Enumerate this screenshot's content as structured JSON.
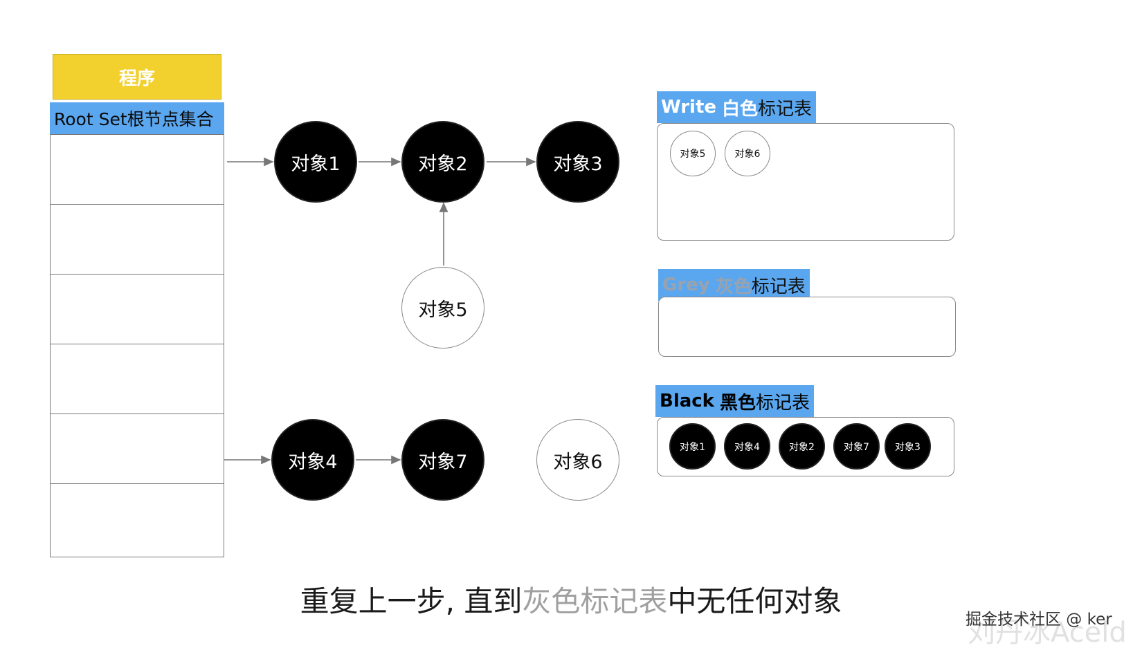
{
  "program": {
    "label": "程序",
    "color": "#f2d02e"
  },
  "root_set": {
    "label": "Root Set根节点集合",
    "color": "#5aa7f0",
    "slots": 6
  },
  "graph": {
    "nodes": {
      "n1": "对象1",
      "n2": "对象2",
      "n3": "对象3",
      "n4": "对象4",
      "n5": "对象5",
      "n6": "对象6",
      "n7": "对象7"
    },
    "colors": {
      "n1": "black",
      "n2": "black",
      "n3": "black",
      "n4": "black",
      "n5": "white",
      "n6": "white",
      "n7": "black"
    },
    "edges": [
      [
        "root",
        "n1"
      ],
      [
        "n1",
        "n2"
      ],
      [
        "n2",
        "n3"
      ],
      [
        "n5",
        "n2"
      ],
      [
        "root",
        "n4"
      ],
      [
        "n4",
        "n7"
      ]
    ]
  },
  "tables": {
    "white": {
      "en": "Write",
      "cn": "白色",
      "rest": "标记表",
      "items": [
        "对象5",
        "对象6"
      ]
    },
    "grey": {
      "en": "Grey",
      "cn": "灰色",
      "rest": "标记表",
      "items": []
    },
    "black": {
      "en": "Black",
      "cn": "黑色",
      "rest": "标记表",
      "items": [
        "对象1",
        "对象4",
        "对象2",
        "对象7",
        "对象3"
      ]
    }
  },
  "caption": {
    "prefix": "重复上一步, 直到",
    "highlight": "灰色标记表",
    "suffix": "中无任何对象"
  },
  "watermark": {
    "text": "掘金技术社区 @ ker",
    "faint": "刘丹冰Aceld"
  },
  "palette": {
    "accent_blue": "#5aa7f0",
    "yellow": "#f2d02e",
    "grey_text": "#a0a0a0"
  }
}
